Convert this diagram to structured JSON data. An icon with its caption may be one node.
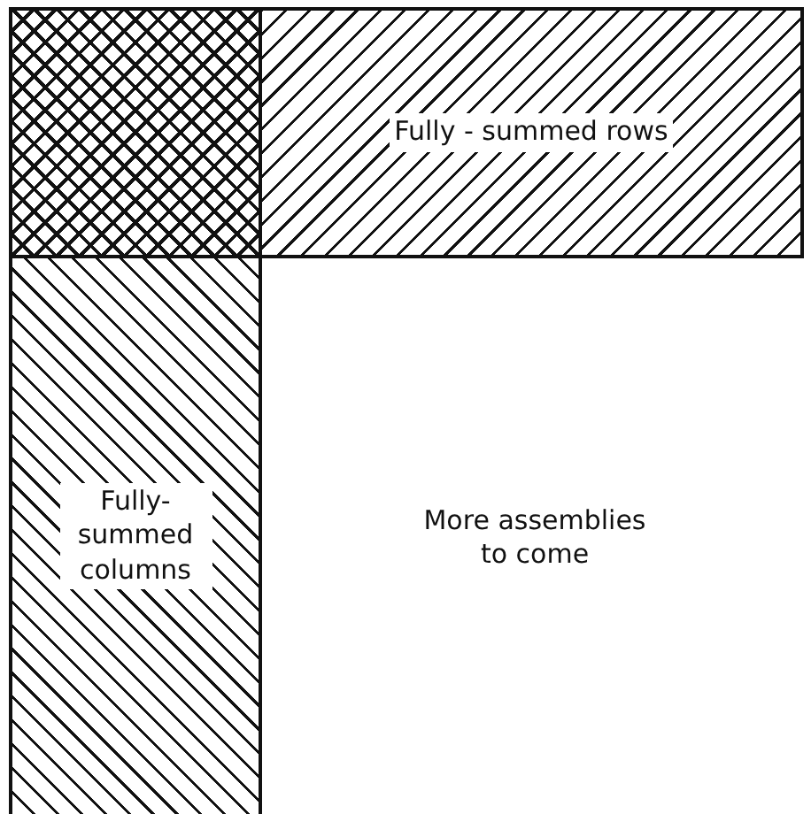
{
  "diagram": {
    "nodes": [
      {
        "text": [],
        "shape": "box"
      },
      {
        "text": [
          "Fully - summed rows"
        ]
      },
      {
        "text": [
          "Fully- summed columns"
        ]
      },
      {
        "text": [
          "More assemblies to come"
        ]
      }
    ]
  }
}
